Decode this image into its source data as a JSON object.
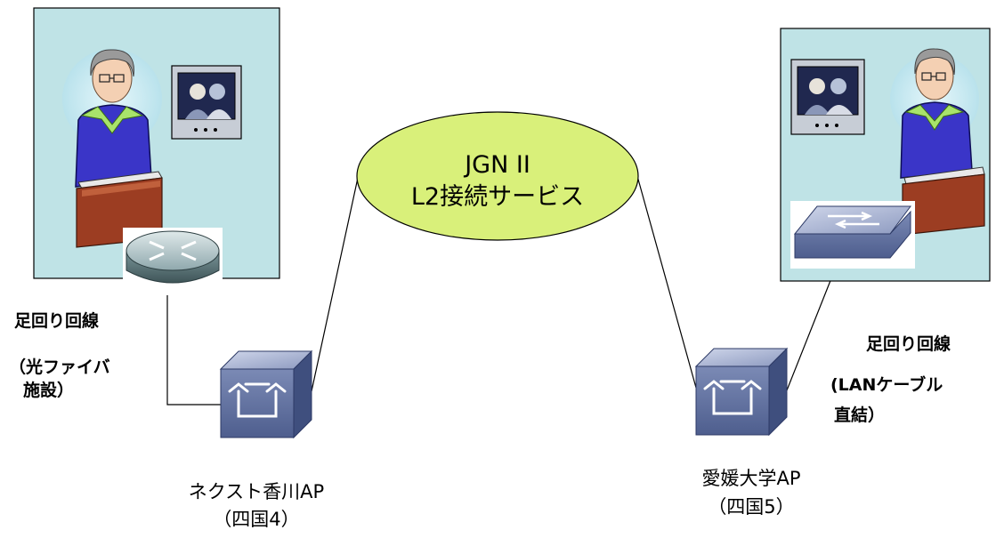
{
  "network": {
    "line1": "JGN II",
    "line2": "L2接続サービス"
  },
  "left_site": {
    "access_title": "足回り回線",
    "access_detail_1": "（光ファイバ",
    "access_detail_2": "施設）",
    "ap_name": "ネクスト香川AP",
    "ap_region": "（四国4）"
  },
  "right_site": {
    "access_title": "足回り回線",
    "access_detail_1": "(LANケーブル",
    "access_detail_2": "直結）",
    "ap_name": "愛媛大学AP",
    "ap_region": "（四国5）"
  },
  "colors": {
    "room_bg": "#bfe3e6",
    "cloud": "#d9f07a",
    "device": "#5a6c9e",
    "person_shirt": "#3a35c8"
  }
}
